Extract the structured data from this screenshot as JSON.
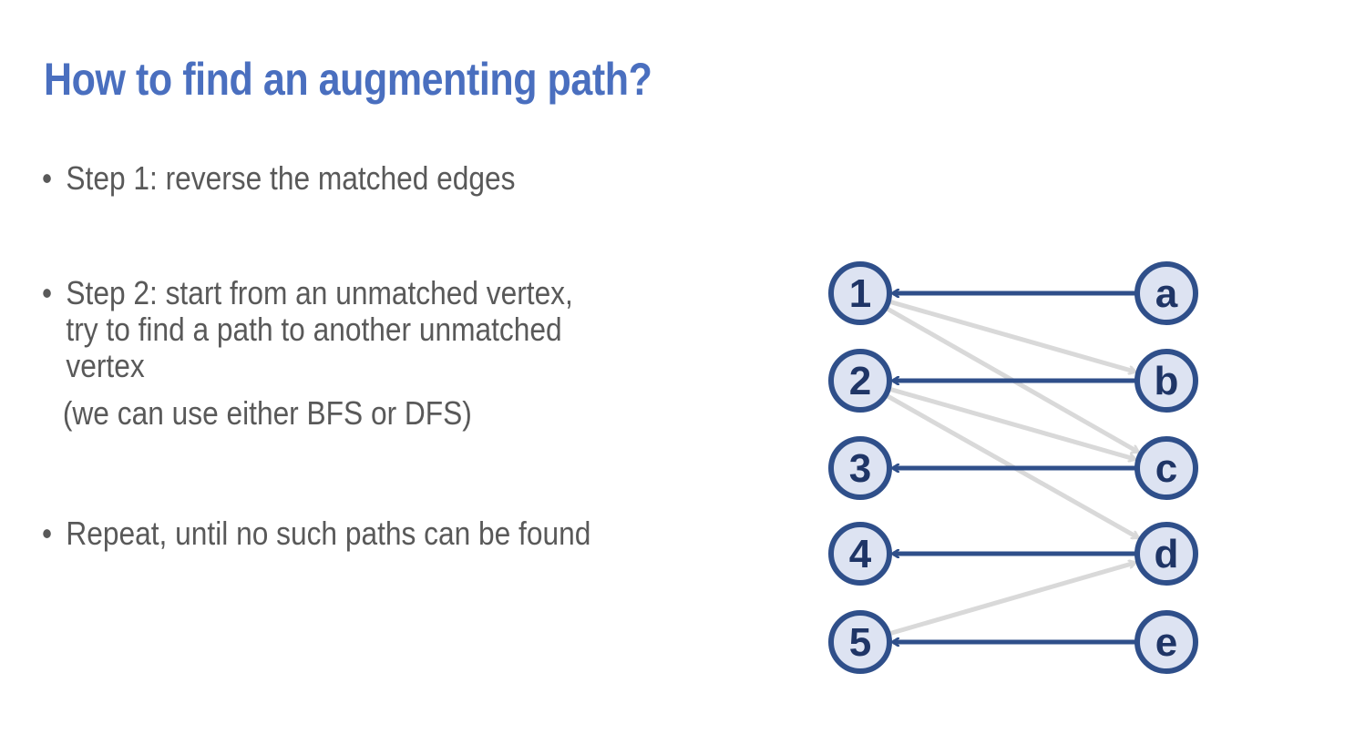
{
  "title": "How to find an augmenting path?",
  "bullets": [
    {
      "lines": [
        "Step 1: reverse the matched edges"
      ]
    },
    {
      "lines": [
        "Step 2: start from an unmatched vertex,",
        "try to find a path to another unmatched",
        "vertex"
      ],
      "note": "(we can use either BFS or DFS)"
    },
    {
      "lines": [
        "Repeat, until no such paths can be found"
      ]
    }
  ],
  "bullet_symbol": "•",
  "graph": {
    "left_nodes": [
      "1",
      "2",
      "3",
      "4",
      "5"
    ],
    "right_nodes": [
      "a",
      "b",
      "c",
      "d",
      "e"
    ],
    "edges": [
      {
        "from": "a",
        "to": "1",
        "matched": true
      },
      {
        "from": "b",
        "to": "2",
        "matched": true
      },
      {
        "from": "c",
        "to": "3",
        "matched": true
      },
      {
        "from": "d",
        "to": "4",
        "matched": true
      },
      {
        "from": "e",
        "to": "5",
        "matched": true
      },
      {
        "from": "1",
        "to": "b",
        "matched": false
      },
      {
        "from": "1",
        "to": "c",
        "matched": false
      },
      {
        "from": "2",
        "to": "c",
        "matched": false
      },
      {
        "from": "2",
        "to": "d",
        "matched": false
      },
      {
        "from": "5",
        "to": "d",
        "matched": false
      }
    ],
    "colors": {
      "matched": "#2f4f8a",
      "unmatched": "#d9d9d9",
      "node_fill": "#dde3f2",
      "node_stroke": "#2f4f8a",
      "label": "#1f3566"
    }
  }
}
